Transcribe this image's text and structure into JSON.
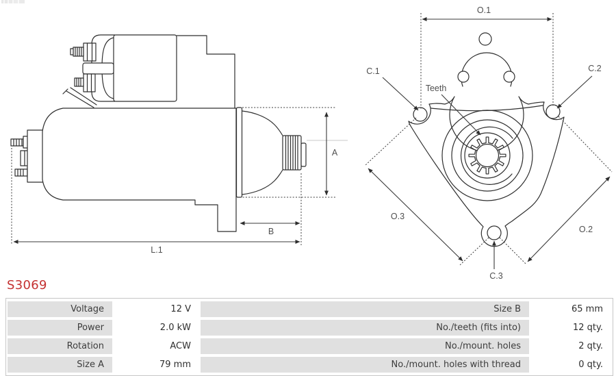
{
  "page": {
    "title": "S3069"
  },
  "diagram": {
    "side_view_labels": {
      "a": "A",
      "b": "B",
      "l1": "L.1"
    },
    "front_view_labels": {
      "o1": "O.1",
      "o2": "O.2",
      "o3": "O.3",
      "c1": "C.1",
      "c2": "C.2",
      "c3": "C.3",
      "teeth": "Teeth"
    }
  },
  "specs": {
    "left": [
      {
        "label": "Voltage",
        "value": "12 V"
      },
      {
        "label": "Power",
        "value": "2.0 kW"
      },
      {
        "label": "Rotation",
        "value": "ACW"
      },
      {
        "label": "Size A",
        "value": "79 mm"
      }
    ],
    "right": [
      {
        "label": "Size B",
        "value": "65 mm"
      },
      {
        "label": "No./teeth (fits into)",
        "value": "12 qty."
      },
      {
        "label": "No./mount. holes",
        "value": "2 qty."
      },
      {
        "label": "No./mount. holes with thread",
        "value": "0 qty."
      }
    ]
  },
  "colors": {
    "accent_red": "#c43131",
    "drawing_line": "#2e2e2e",
    "dim_label_gray": "#4f4f4f",
    "cell_gray": "#e0e0e0",
    "table_border": "#c6c6c6"
  }
}
